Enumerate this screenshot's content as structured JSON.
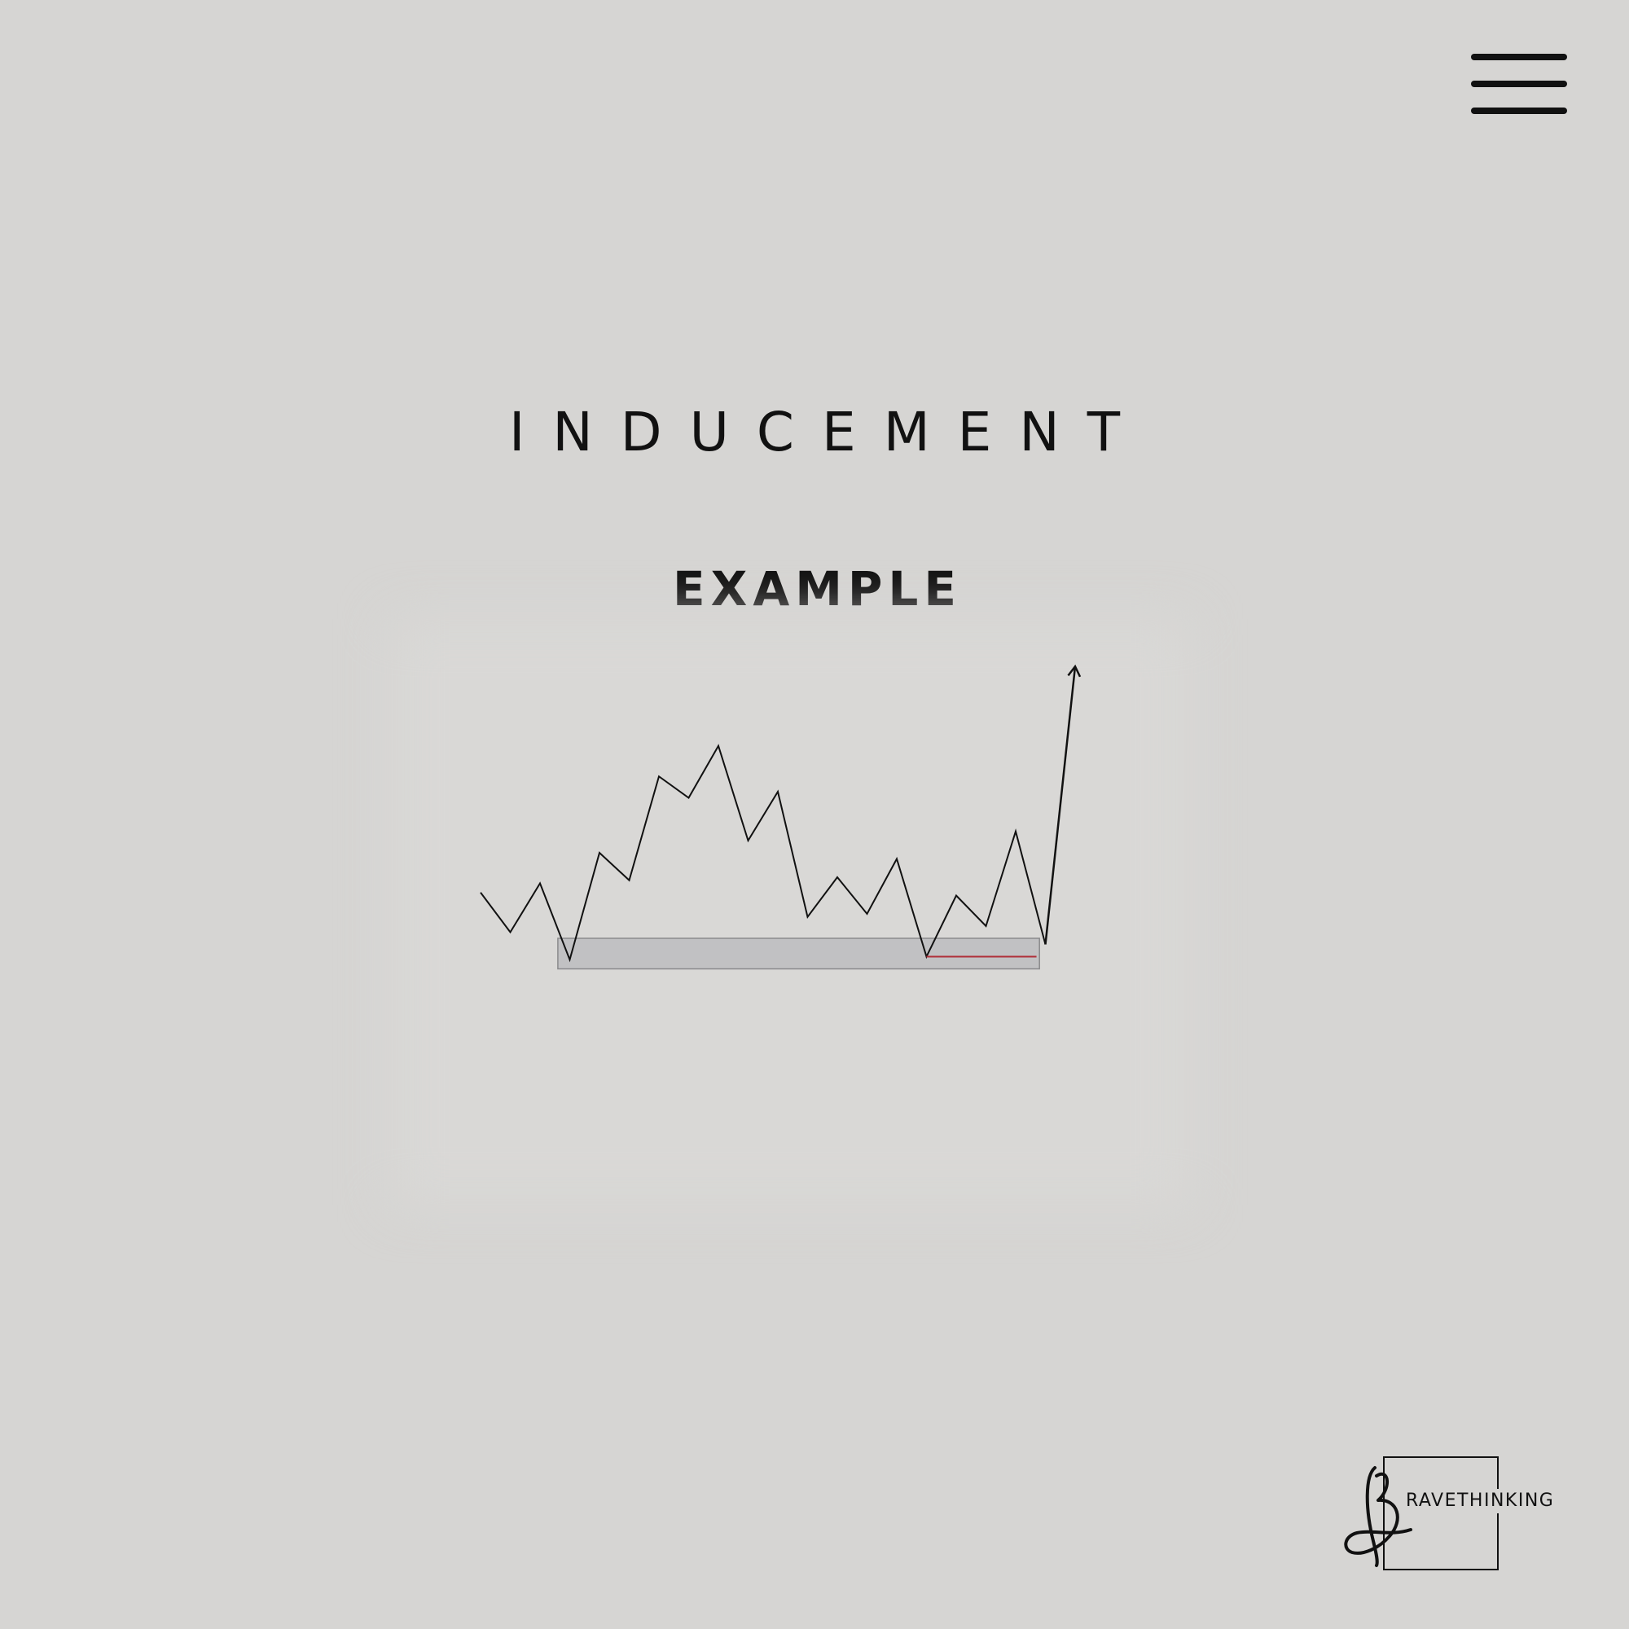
{
  "header": {
    "menu_icon": "hamburger-menu-icon"
  },
  "title": "INDUCEMENT",
  "subtitle": "EXAMPLE",
  "diagram": {
    "price_path": [
      [
        0,
        7.1
      ],
      [
        1,
        5.8
      ],
      [
        2,
        7.4
      ],
      [
        3,
        4.9
      ],
      [
        4,
        8.4
      ],
      [
        5,
        7.5
      ],
      [
        6,
        10.9
      ],
      [
        7,
        10.2
      ],
      [
        8,
        11.9
      ],
      [
        9,
        8.8
      ],
      [
        10,
        10.4
      ],
      [
        11,
        6.3
      ],
      [
        12,
        7.6
      ],
      [
        13,
        6.4
      ],
      [
        14,
        8.2
      ],
      [
        15,
        5.0
      ],
      [
        16,
        7.0
      ],
      [
        17,
        6.0
      ],
      [
        18,
        9.1
      ],
      [
        19,
        5.4
      ]
    ],
    "breakout_arrow": [
      [
        19,
        5.4
      ],
      [
        20,
        14.5
      ]
    ],
    "demand_zone": {
      "x_start": 2.6,
      "x_end": 18.8,
      "y_low": 4.6,
      "y_high": 5.6
    },
    "inducement_level": {
      "x_start": 15.0,
      "x_end": 18.7,
      "y": 5.0
    },
    "colors": {
      "line": "#111111",
      "zone_fill": "#c1c1c3",
      "zone_stroke": "#8a8a8c",
      "inducement": "#b0303a",
      "arrow_icon": "arrow-up-icon"
    }
  },
  "brand": {
    "logo_icon": "signature-b-logo-icon",
    "name": "RAVETHINKING"
  }
}
